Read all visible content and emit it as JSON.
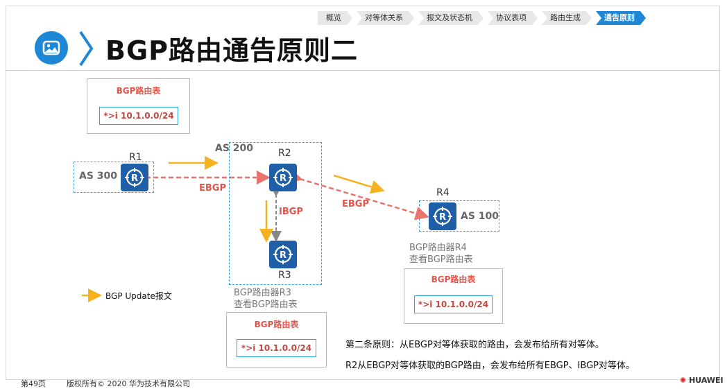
{
  "nav": {
    "tabs": [
      "概览",
      "对等体关系",
      "报文及状态机",
      "协议表项",
      "路由生成",
      "通告原则"
    ],
    "active_index": 5
  },
  "page_title": "BGP路由通告原则二",
  "diagram": {
    "routers": {
      "r1": "R1",
      "r2": "R2",
      "r3": "R3",
      "r4": "R4"
    },
    "as": {
      "as300": "AS 300",
      "as200": "AS 200",
      "as100": "AS 100"
    },
    "links": {
      "ebgp_left": "EBGP",
      "ebgp_right": "EBGP",
      "ibgp": "IBGP"
    },
    "tables": {
      "top": {
        "title": "BGP路由表",
        "entry": "*>i  10.1.0.0/24"
      },
      "r4": {
        "title": "BGP路由表",
        "entry": "*>i  10.1.0.0/24"
      },
      "r3": {
        "title": "BGP路由表",
        "entry": "*>i  10.1.0.0/24"
      }
    },
    "captions": {
      "r4_line1": "BGP路由器R4",
      "r4_line2": "查看BGP路由表",
      "r3_line1": "BGP路由器R3",
      "r3_line2": "查看BGP路由表"
    },
    "legend": "BGP Update报文"
  },
  "rules": {
    "line1": "第二条原则：从EBGP对等体获取的路由，会发布给所有对等体。",
    "line2": "R2从EBGP对等体获取的BGP路由，会发布给所有EBGP、IBGP对等体。"
  },
  "footer": {
    "page": "第49页",
    "copyright": "版权所有© 2020 华为技术有限公司",
    "brand": "HUAWEI"
  },
  "colors": {
    "accent": "#1e88d6",
    "router": "#1e5fa8",
    "ebgp_line": "#e8746b",
    "update_arrow": "#f5b21e",
    "ibgp_line": "#888888",
    "table_title": "#e2554a"
  }
}
